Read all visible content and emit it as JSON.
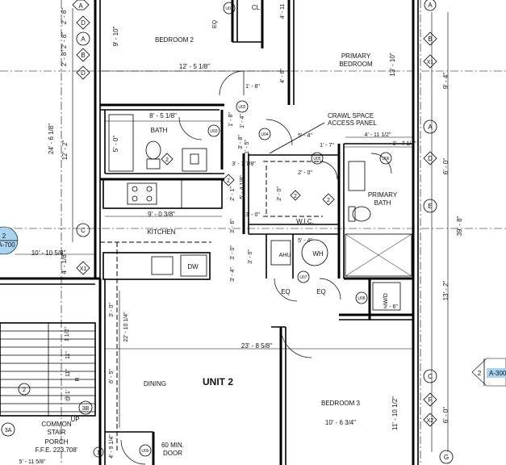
{
  "rooms": {
    "bedroom2": "BEDROOM 2",
    "primary_bedroom_line1": "PRIMARY",
    "primary_bedroom_line2": "BEDROOM",
    "bath": "BATH",
    "kitchen": "KITCHEN",
    "wic": "W.I.C.",
    "primary_bath_line1": "PRIMARY",
    "primary_bath_line2": "BATH",
    "dining": "DINING",
    "unit": "UNIT 2",
    "bedroom3": "BEDROOM 3",
    "common_stair_line1": "COMMON",
    "common_stair_line2": "STAIR",
    "porch": "PORCH",
    "ffe": "F.F.E. 223.708'",
    "exit_door_line1": "60 MIN.",
    "exit_door_line2": "DOOR"
  },
  "fixtures": {
    "closet": "CL",
    "eq_top": "EQ",
    "dishwasher": "DW",
    "air_handler": "AHU",
    "water_heater": "WH",
    "washer_dryer": "W/D",
    "eq_left": "EQ",
    "eq_right": "EQ",
    "up": "UP"
  },
  "annotations": {
    "crawl_line1": "CRAWL SPACE",
    "crawl_line2": "ACCESS PANEL"
  },
  "dimensions": {
    "bed2_height": "9' - 10\"",
    "bed2_width": "12' - 5 1/8\"",
    "hall_1_8": "1' - 8\"",
    "bath_width": "8' - 5 1/8\"",
    "bath_height": "5' - 0\"",
    "vertical_24_6": "24' - 6 1/8\"",
    "vertical_12_2": "12' - 2\"",
    "col_2_8_a": "2' - 8\"",
    "col_2_8_b": "2' - 8\"",
    "col_4_8": "4' - 1/8\"",
    "kitchen_width": "9' - 0 3/8\"",
    "hall_2_1": "2' - 1\"",
    "kit_3_6": "3' - 6\"",
    "kit_3_0": "3' - 0\"",
    "kit_3_4": "3' - 4\"",
    "dim_3_0_wic": "3' - 0\"",
    "dim_3_7": "3' - 7 7/8\"",
    "dim_5_4": "5' - 4\"",
    "dim_1_7": "1' - 7\"",
    "dim_1_7b": "1' - 7 1/4\"",
    "dim_4_11": "4' - 11 1/2\"",
    "wic_2_0": "2' - 0\"",
    "wic_2_0v": "2' - 0\"",
    "wic_5_4": "5' - 4 1/8\"",
    "ahu_5_4": "5' - 4\"",
    "ahu_3_0": "3' - 0\"",
    "dim_4_6": "4' - 6\"",
    "dim_4_11_top": "4' - 11",
    "dim_1_8v": "1' - 8\"",
    "dim_3_8": "3' - 8\"",
    "right_13_10": "13' - 10\"",
    "right_9_4": "9' - 4\"",
    "right_6_0": "6' - 0\"",
    "right_39_8": "39' - 8\"",
    "right_13_2": "13' - 2\"",
    "right_11_10": "11' - 10 1/2\"",
    "right_6_0b": "6' - 0\"",
    "dining_width": "23' - 8 5/8\"",
    "bed3_width": "10' - 6 3/4\"",
    "dim_22_10": "22' - 10 1/4\"",
    "dim_10_10": "10' - 10 5/8\"",
    "dim_4_9": "4' - 9 1/4\"",
    "dim_5_11": "5' - 11 5/8\"",
    "dim_3_0_lower": "3' - 0\"",
    "dim_6_5": "6' - 5\"",
    "dim_3_6_wd": "3' - 6\"",
    "dim_1_4": "1' - 4\"",
    "dim_1_5": "1' - 5\"",
    "dim_9_4_left": "2' - 8\""
  },
  "grid_bubbles": {
    "left_top": "A",
    "left_d1": "D",
    "left_a": "A",
    "left_b": "B",
    "left_d2": "D",
    "left_c": "C",
    "left_x1": "X1",
    "right_a_top": "A",
    "right_b": "B",
    "right_x1": "X1",
    "right_a": "A",
    "right_d": "D",
    "right_e": "E",
    "right_c": "C",
    "right_f": "F",
    "right_x2": "X2",
    "right_g": "G",
    "stair_3a": "3A",
    "stair_3b": "3B",
    "stair_2": "2",
    "stair_1": "1"
  },
  "door_tags": {
    "u01": "U01",
    "u02": "U02",
    "u03": "U03",
    "u04": "U04",
    "u05": "U05",
    "u06": "U06",
    "u07": "U07",
    "u08": "U08",
    "u09": "U09"
  },
  "elev_markers": {
    "m1": "2",
    "m2": "2",
    "m3": "2",
    "m4": "2"
  },
  "section_callout": {
    "number": "2",
    "sheet": "A-700"
  },
  "section_flag": {
    "number": "2",
    "sheet": "A-300"
  },
  "stair_labels": {
    "t1": "1 1/2\"",
    "t2": "11\"",
    "t3": "11\"",
    "t4": "@ 1'",
    "t5": "R"
  }
}
